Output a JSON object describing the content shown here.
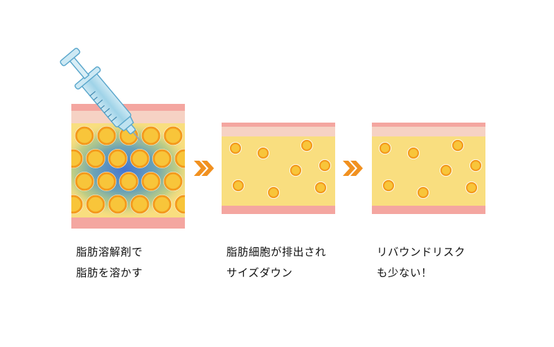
{
  "colors": {
    "skin_top": "#f4a6a0",
    "skin_mid": "#f6d2c4",
    "fat_layer": "#f9de7f",
    "skin_bottom": "#f4a6a0",
    "cell_fill": "#f8c53a",
    "cell_ring": "#f39a1c",
    "cell_outline": "#ffffff",
    "dissolve_glow": "#3f7fd2",
    "arrow": "#f19120",
    "syringe_barrel": "#a9d8ea",
    "syringe_outline": "#5ba7cc"
  },
  "icons": [
    "syringe-icon",
    "double-chevron-right-icon"
  ],
  "steps": [
    {
      "caption": [
        "脂肪溶解剤で",
        "脂肪を溶かす"
      ],
      "state": "dissolving"
    },
    {
      "caption": [
        "脂肪細胞が排出され",
        "サイズダウン"
      ],
      "state": "reduced"
    },
    {
      "caption": [
        "リバウンドリスク",
        "も少ない！"
      ],
      "state": "reduced"
    }
  ]
}
